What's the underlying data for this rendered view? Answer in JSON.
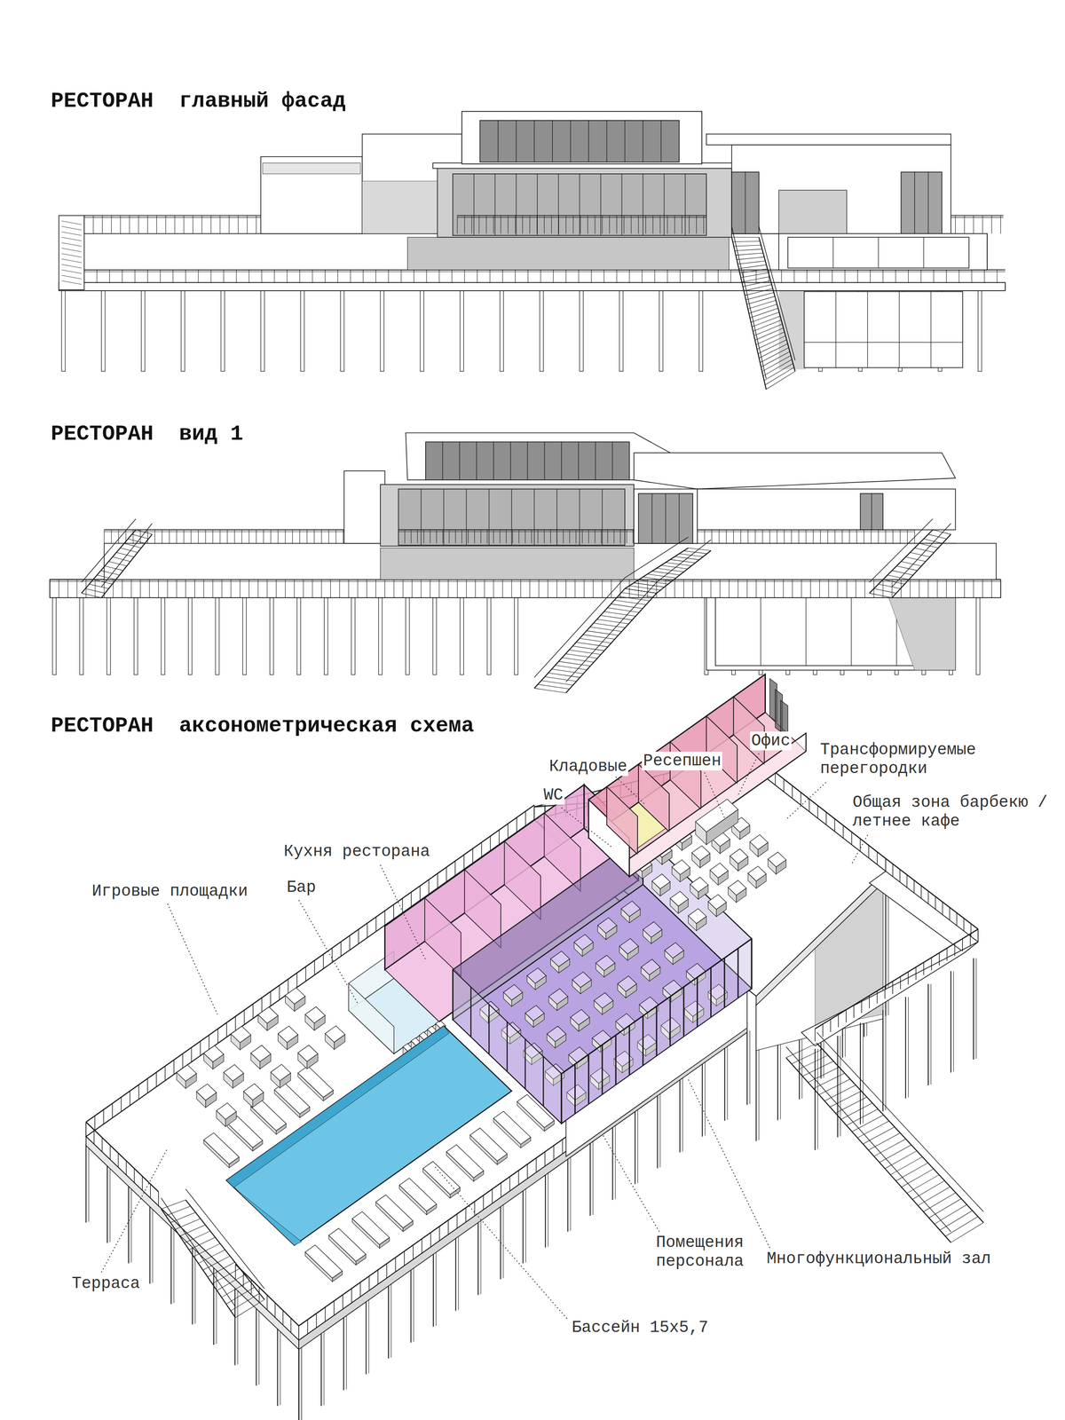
{
  "diagram": {
    "labels": [
      "РЕСТОРАН  главный фасад",
      "РЕСТОРАН  вид 1",
      "РЕСТОРАН  аксонометрическая схема",
      "Кладовые",
      "Ресепшен",
      "Офис",
      "Трансформируемые перегородки",
      "WC",
      "Общая зона барбекю / летнее кафе",
      "Кухня ресторана",
      "Игровые площадки",
      "Бар",
      "Терраса",
      "Бассейн 15x5,7",
      "Помещения персонала",
      "Многофункциональный зал"
    ]
  }
}
